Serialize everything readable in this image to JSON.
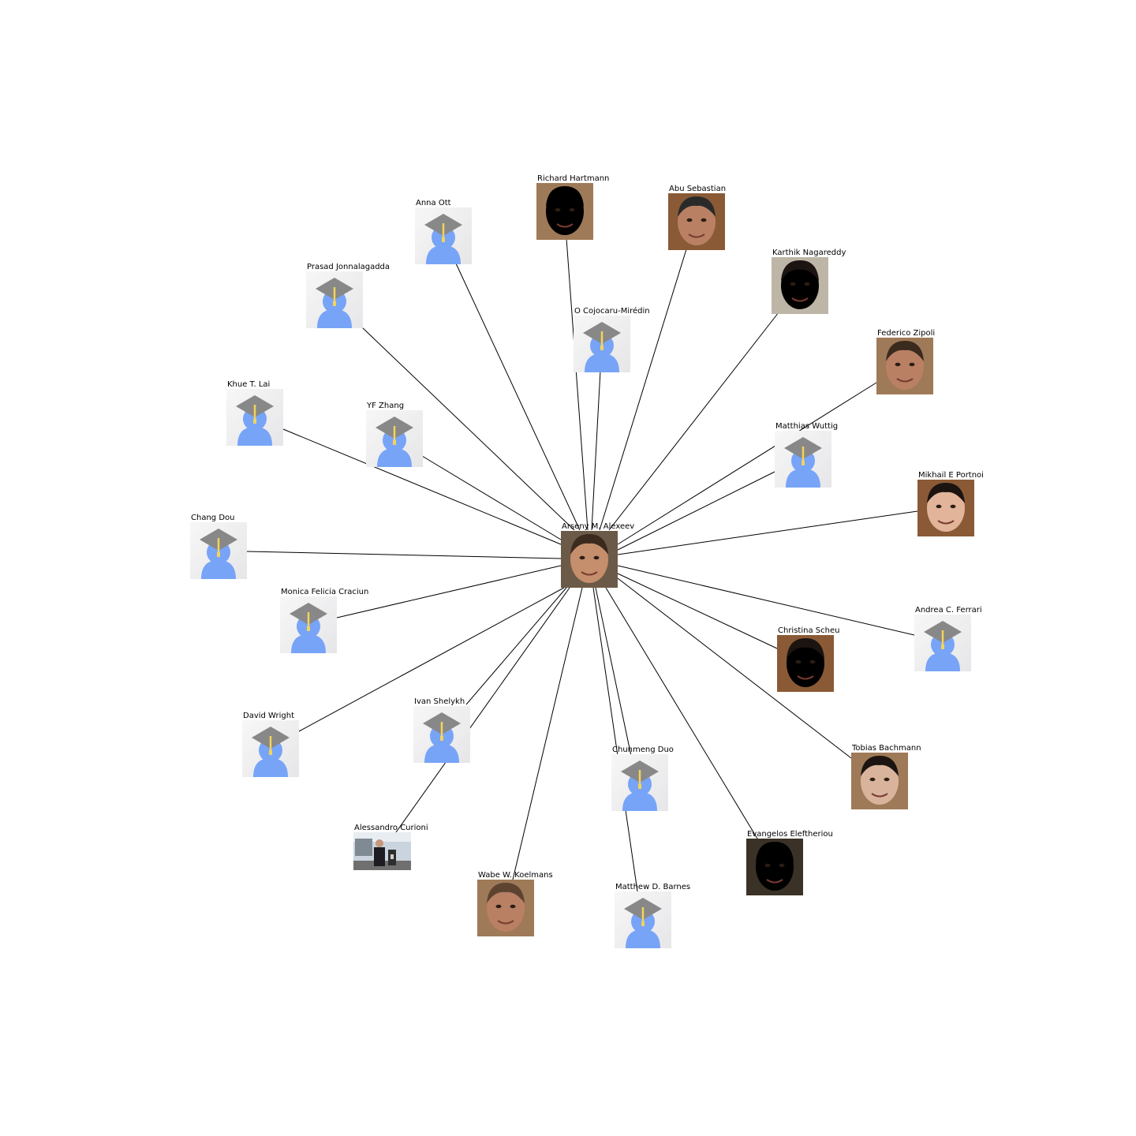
{
  "graph": {
    "center": {
      "name": "Arseny M. Alexeev",
      "avatar": "photo"
    },
    "nodes": [
      {
        "name": "Richard Hartmann",
        "avatar": "photo"
      },
      {
        "name": "Abu Sebastian",
        "avatar": "photo"
      },
      {
        "name": "Anna Ott",
        "avatar": "default-scholar-icon"
      },
      {
        "name": "Karthik Nagareddy",
        "avatar": "photo"
      },
      {
        "name": "Prasad Jonnalagadda",
        "avatar": "default-scholar-icon"
      },
      {
        "name": "O Cojocaru-Mirédin",
        "avatar": "default-scholar-icon"
      },
      {
        "name": "Federico Zipoli",
        "avatar": "photo"
      },
      {
        "name": "Khue T. Lai",
        "avatar": "default-scholar-icon"
      },
      {
        "name": "YF Zhang",
        "avatar": "default-scholar-icon"
      },
      {
        "name": "Matthias Wuttig",
        "avatar": "default-scholar-icon"
      },
      {
        "name": "Mikhail E Portnoi",
        "avatar": "photo"
      },
      {
        "name": "Chang Dou",
        "avatar": "default-scholar-icon"
      },
      {
        "name": "Monica Felicia Craciun",
        "avatar": "default-scholar-icon"
      },
      {
        "name": "Andrea C. Ferrari",
        "avatar": "default-scholar-icon"
      },
      {
        "name": "Christina Scheu",
        "avatar": "photo"
      },
      {
        "name": "David Wright",
        "avatar": "default-scholar-icon"
      },
      {
        "name": "Ivan Shelykh",
        "avatar": "default-scholar-icon"
      },
      {
        "name": "Tobias Bachmann",
        "avatar": "photo"
      },
      {
        "name": "Chunmeng Duo",
        "avatar": "default-scholar-icon"
      },
      {
        "name": "Alessandro Curioni",
        "avatar": "photo"
      },
      {
        "name": "Evangelos Eleftheriou",
        "avatar": "photo"
      },
      {
        "name": "Wabe W. Koelmans",
        "avatar": "photo"
      },
      {
        "name": "Matthew D. Barnes",
        "avatar": "photo-placeholder"
      }
    ],
    "edges": [
      [
        "Arseny M. Alexeev",
        "Richard Hartmann"
      ],
      [
        "Arseny M. Alexeev",
        "Abu Sebastian"
      ],
      [
        "Arseny M. Alexeev",
        "Anna Ott"
      ],
      [
        "Arseny M. Alexeev",
        "Karthik Nagareddy"
      ],
      [
        "Arseny M. Alexeev",
        "Prasad Jonnalagadda"
      ],
      [
        "Arseny M. Alexeev",
        "O Cojocaru-Mirédin"
      ],
      [
        "Arseny M. Alexeev",
        "Federico Zipoli"
      ],
      [
        "Arseny M. Alexeev",
        "Khue T. Lai"
      ],
      [
        "Arseny M. Alexeev",
        "YF Zhang"
      ],
      [
        "Arseny M. Alexeev",
        "Matthias Wuttig"
      ],
      [
        "Arseny M. Alexeev",
        "Mikhail E Portnoi"
      ],
      [
        "Arseny M. Alexeev",
        "Chang Dou"
      ],
      [
        "Arseny M. Alexeev",
        "Monica Felicia Craciun"
      ],
      [
        "Arseny M. Alexeev",
        "Andrea C. Ferrari"
      ],
      [
        "Arseny M. Alexeev",
        "Christina Scheu"
      ],
      [
        "Arseny M. Alexeev",
        "David Wright"
      ],
      [
        "Arseny M. Alexeev",
        "Ivan Shelykh"
      ],
      [
        "Arseny M. Alexeev",
        "Tobias Bachmann"
      ],
      [
        "Arseny M. Alexeev",
        "Chunmeng Duo"
      ],
      [
        "Arseny M. Alexeev",
        "Alessandro Curioni"
      ],
      [
        "Arseny M. Alexeev",
        "Evangelos Eleftheriou"
      ],
      [
        "Arseny M. Alexeev",
        "Wabe W. Koelmans"
      ],
      [
        "Arseny M. Alexeev",
        "Matthew D. Barnes"
      ]
    ]
  },
  "colors": {
    "edge": "#000000",
    "scholar_icon_bg": "#eeeeee",
    "scholar_icon_person": "#77a4f7",
    "scholar_icon_cap": "#888888",
    "scholar_icon_tassel": "#f3d35a"
  }
}
